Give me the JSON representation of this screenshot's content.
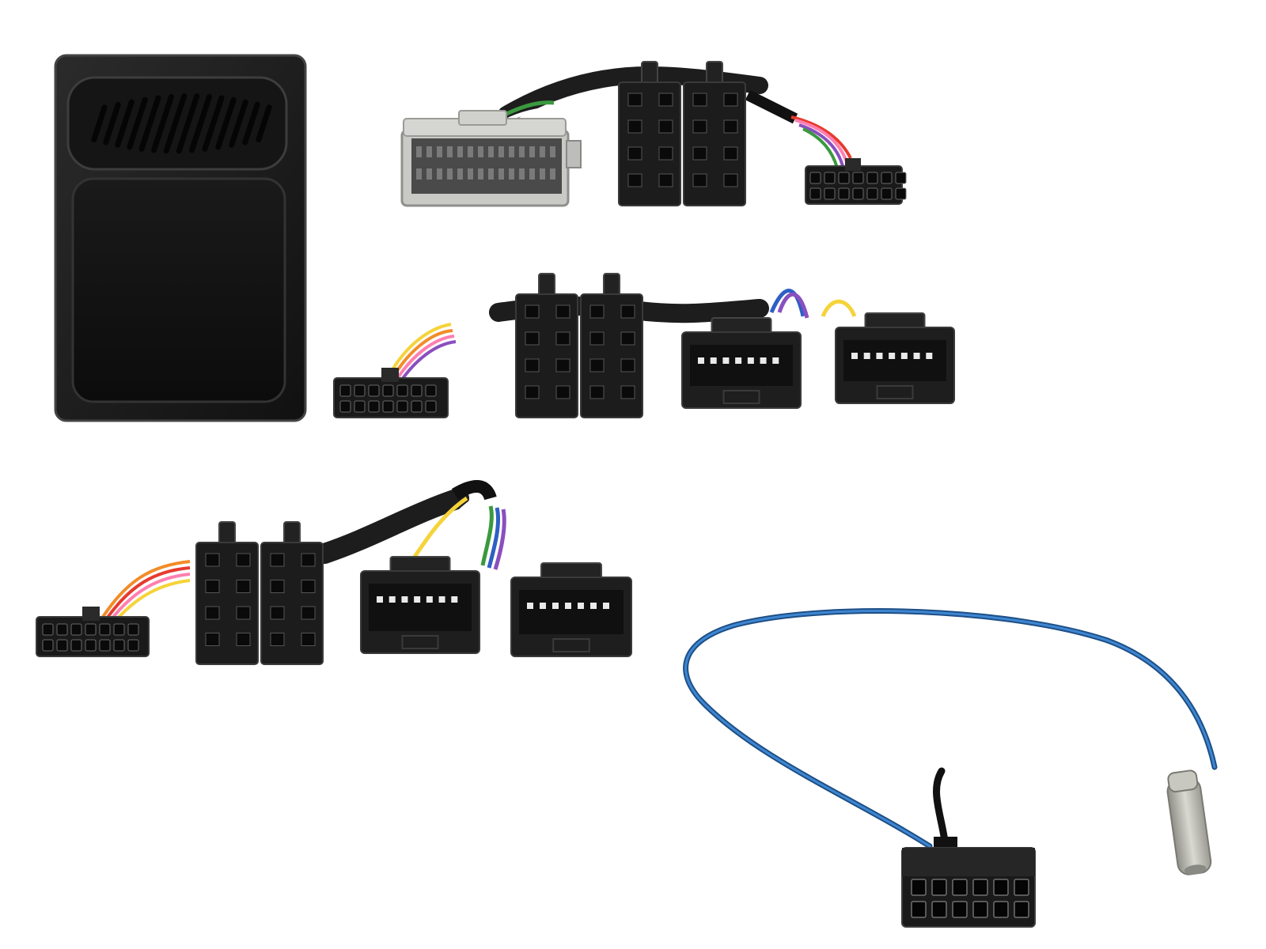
{
  "scene": {
    "background": "#ffffff",
    "colors": {
      "housing": "#1c1c1c",
      "housing_edge": "#3a3a3a",
      "grey_plug": "#c9c9c6",
      "cable_blue": "#2f6fb3",
      "antenna_tip": "#b8b8b0"
    },
    "items": [
      {
        "name": "control-interface-module",
        "kind": "black box with vent grille"
      },
      {
        "name": "harness-grey-plug",
        "kind": "grey multi-pin plug with two black iso blocks and small plug"
      },
      {
        "name": "harness-middle",
        "kind": "small plug, two iso blocks, two black vehicle plugs"
      },
      {
        "name": "harness-lower",
        "kind": "small plug, two iso blocks, two black vehicle plugs"
      },
      {
        "name": "antenna-adapter-lead",
        "kind": "blue cable with black 12-pin plug and metal tip"
      }
    ],
    "wire_colors": [
      "#e63b2e",
      "#f28c28",
      "#f5d33a",
      "#3a9a3e",
      "#2e5fc4",
      "#8a4fbf",
      "#ffffff",
      "#8a5a2b",
      "#ff7fb0",
      "#111111"
    ]
  }
}
